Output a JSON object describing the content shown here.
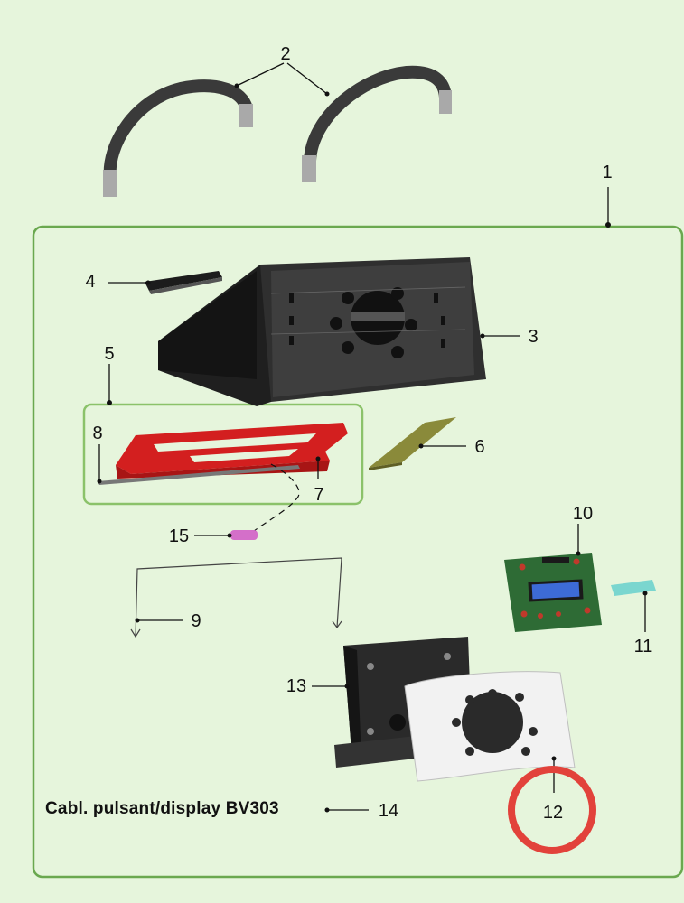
{
  "callouts": [
    "1",
    "2",
    "3",
    "4",
    "5",
    "6",
    "7",
    "8",
    "9",
    "10",
    "11",
    "12",
    "13",
    "14",
    "15"
  ],
  "caption": "Cabl. pulsant/display BV303",
  "highlight": {
    "color": "#e2423b",
    "target": "12"
  },
  "colors": {
    "background": "#e6f5dc",
    "frame": "#6aa84f",
    "housing": "#2b2b2b",
    "tray": "#d31f1f",
    "pcb": "#2e6b35",
    "lcd": "#3d6bd6",
    "label_plate": "#f2f2f2",
    "strip": "#8a8a3a",
    "button": "#7ad6cf",
    "fuse": "#d46fc9"
  },
  "parts": [
    {
      "id": "1",
      "name": "assembly-frame"
    },
    {
      "id": "2",
      "name": "handles"
    },
    {
      "id": "3",
      "name": "main-housing"
    },
    {
      "id": "4",
      "name": "bracket"
    },
    {
      "id": "5",
      "name": "tray-assembly"
    },
    {
      "id": "6",
      "name": "plate"
    },
    {
      "id": "7",
      "name": "red-tray"
    },
    {
      "id": "8",
      "name": "rail"
    },
    {
      "id": "9",
      "name": "wire"
    },
    {
      "id": "10",
      "name": "display-pcb"
    },
    {
      "id": "11",
      "name": "button-strip"
    },
    {
      "id": "12",
      "name": "front-plate"
    },
    {
      "id": "13",
      "name": "rear-panel"
    },
    {
      "id": "14",
      "name": "cable"
    },
    {
      "id": "15",
      "name": "fuse"
    }
  ]
}
